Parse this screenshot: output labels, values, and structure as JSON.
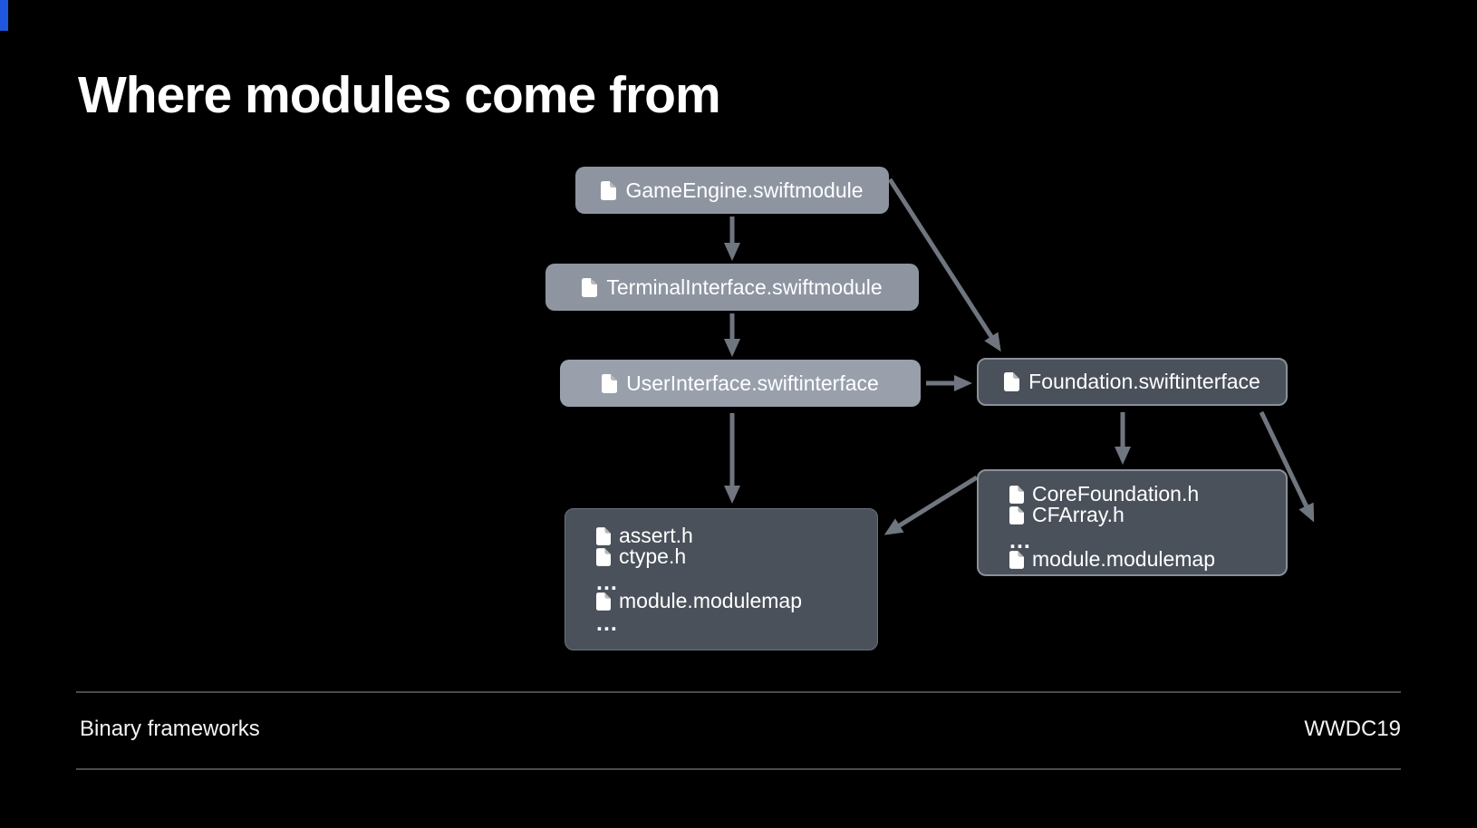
{
  "title": "Where modules come from",
  "footer": {
    "left_label": "Binary frameworks",
    "right_label": "WWDC19"
  },
  "colors": {
    "background": "#000000",
    "node_light_fill": "#8e95a1",
    "node_lighter_fill": "#99a0ac",
    "node_dark_fill": "#4a515b",
    "node_border_bright": "#8a9099",
    "node_border_subtle": "#6a717b",
    "arrow": "#70767f",
    "footer_line": "#4b4b4d",
    "text": "#ffffff"
  },
  "diagram": {
    "nodes": [
      {
        "id": "gameengine",
        "icon": "file-icon",
        "label": "GameEngine.swiftmodule",
        "variant": "light"
      },
      {
        "id": "terminalinterface",
        "icon": "file-icon",
        "label": "TerminalInterface.swiftmodule",
        "variant": "light"
      },
      {
        "id": "userinterface",
        "icon": "file-icon",
        "label": "UserInterface.swiftinterface",
        "variant": "lighter"
      },
      {
        "id": "foundation",
        "icon": "file-icon",
        "label": "Foundation.swiftinterface",
        "variant": "dark-outlined"
      },
      {
        "id": "sdk-headers",
        "variant": "dark-panel",
        "items": [
          {
            "icon": "file-icon",
            "label": "assert.h"
          },
          {
            "icon": "file-icon",
            "label": "ctype.h"
          },
          {
            "icon": null,
            "label": "..."
          },
          {
            "icon": "file-icon",
            "label": "module.modulemap"
          },
          {
            "icon": null,
            "label": "..."
          }
        ]
      },
      {
        "id": "corefoundation-headers",
        "variant": "dark-panel-outlined",
        "items": [
          {
            "icon": "file-icon",
            "label": "CoreFoundation.h"
          },
          {
            "icon": "file-icon",
            "label": "CFArray.h"
          },
          {
            "icon": null,
            "label": "..."
          },
          {
            "icon": "file-icon",
            "label": "module.modulemap"
          }
        ]
      }
    ],
    "edges": [
      {
        "from": "gameengine",
        "to": "terminalinterface"
      },
      {
        "from": "gameengine",
        "to": "foundation"
      },
      {
        "from": "terminalinterface",
        "to": "userinterface"
      },
      {
        "from": "userinterface",
        "to": "foundation"
      },
      {
        "from": "userinterface",
        "to": "sdk-headers"
      },
      {
        "from": "foundation",
        "to": "corefoundation-headers"
      },
      {
        "from": "corefoundation-headers",
        "to": "sdk-headers"
      },
      {
        "from": "foundation",
        "to": "offscreen-lower-right",
        "note": "partial edge leaving slide"
      }
    ]
  }
}
